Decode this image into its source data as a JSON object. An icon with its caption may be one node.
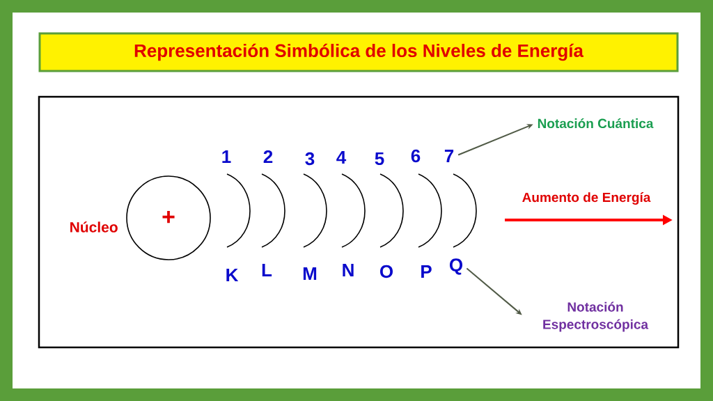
{
  "diagram": {
    "title": "Representación Simbólica de los Niveles de Energía",
    "nodes": [
      {
        "text": [],
        "shape": "box"
      },
      {
        "text": [
          "+"
        ],
        "in": 0,
        "beside": [
          "Núcleo"
        ]
      },
      {
        "text": [
          "7"
        ],
        "in": 0
      },
      {
        "text": [
          "Q"
        ],
        "in": 0
      },
      {
        "text": [
          "Notación Cuántica"
        ],
        "in": 0
      },
      {
        "text": [
          "Notación Espectroscópica"
        ],
        "in": 0
      }
    ],
    "edges": [
      {
        "from": 2,
        "to": 4,
        "arrow": "to"
      },
      {
        "from": 3,
        "to": 5,
        "arrow": "to"
      }
    ],
    "labels": [
      "1",
      "2",
      "3",
      "4",
      "5",
      "6",
      "K",
      "L",
      "M",
      "N",
      "O",
      "P",
      "Aumento de Energía"
    ]
  }
}
